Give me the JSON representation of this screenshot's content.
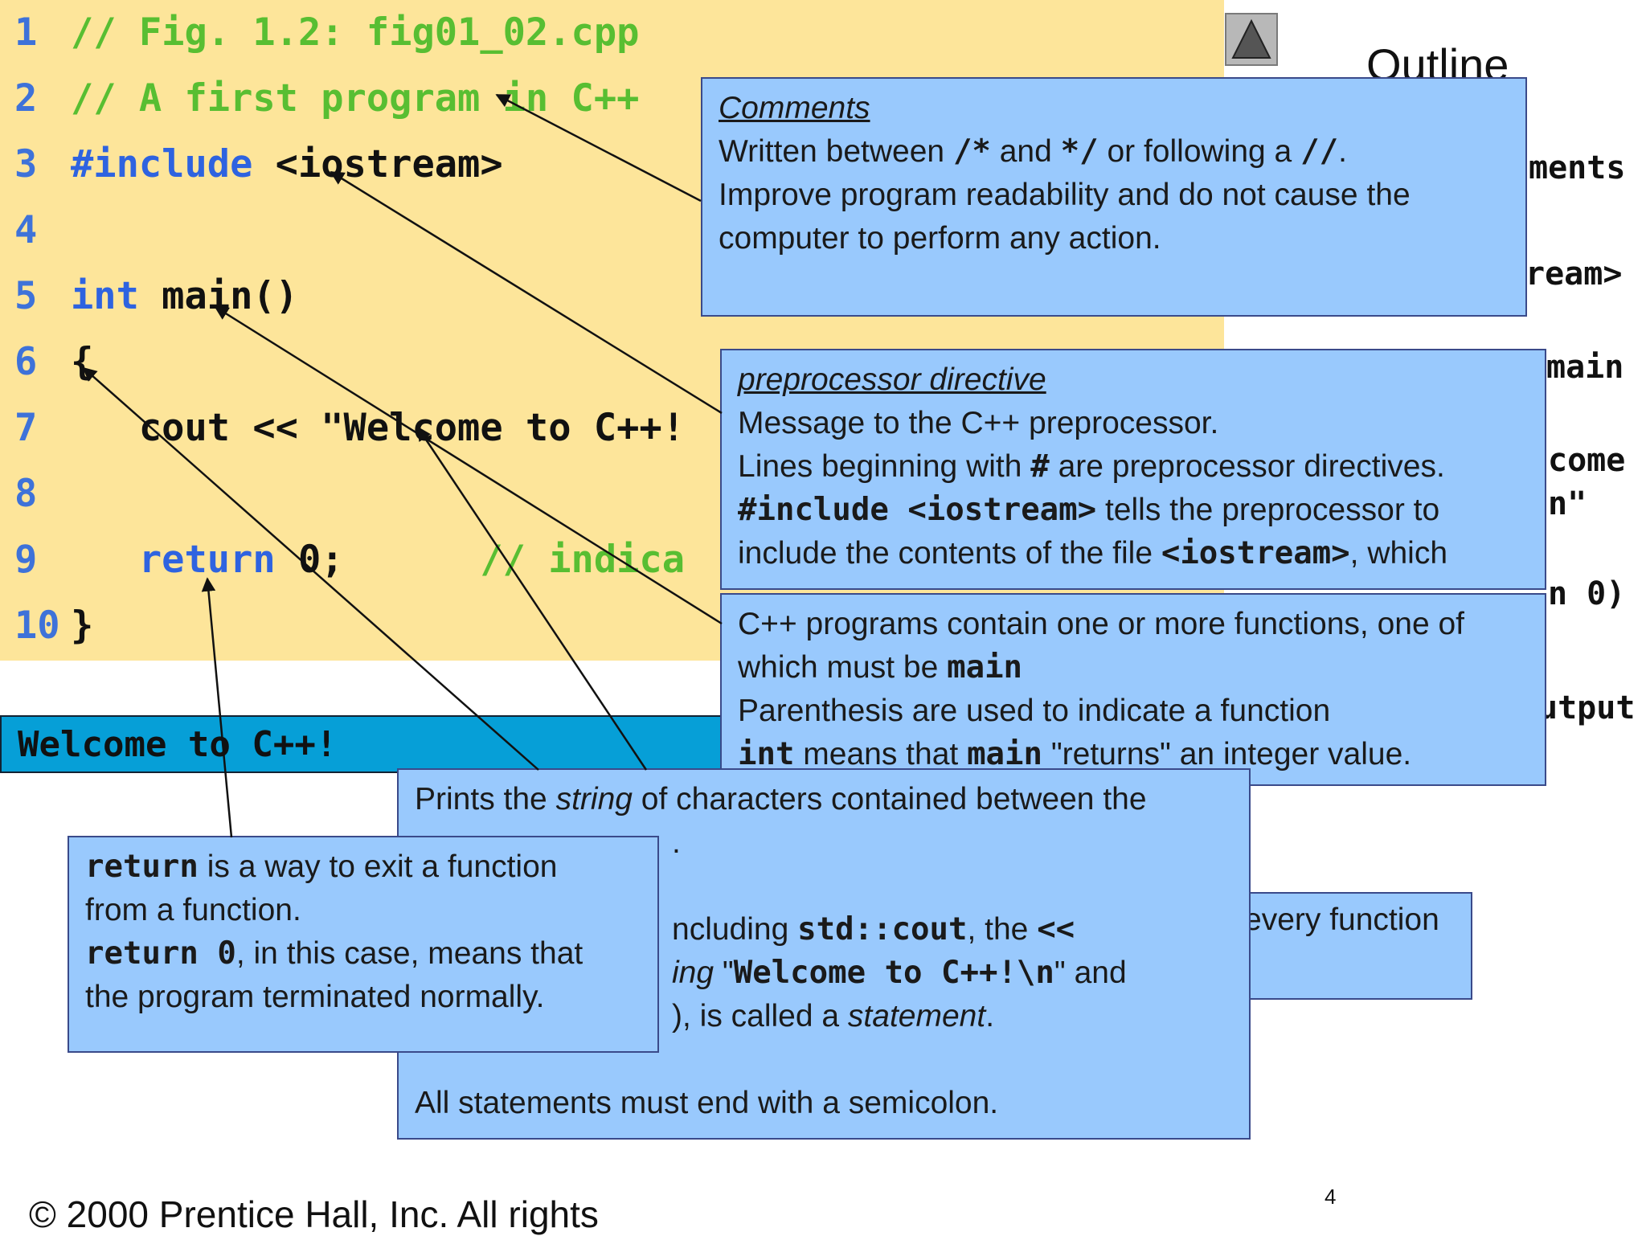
{
  "code": {
    "lines": [
      {
        "num": "1",
        "parts": [
          {
            "t": "// Fig. 1.2: fig01_02.cpp",
            "c": "green"
          }
        ]
      },
      {
        "num": "2",
        "parts": [
          {
            "t": "// A first program in C++",
            "c": "green"
          }
        ]
      },
      {
        "num": "3",
        "parts": [
          {
            "t": "#include",
            "c": "blue"
          },
          {
            "t": " <iostream>",
            "c": "black"
          }
        ]
      },
      {
        "num": "4",
        "parts": []
      },
      {
        "num": "5",
        "parts": [
          {
            "t": "int",
            "c": "blue"
          },
          {
            "t": " main()",
            "c": "black"
          }
        ]
      },
      {
        "num": "6",
        "parts": [
          {
            "t": "{",
            "c": "black"
          }
        ]
      },
      {
        "num": "7",
        "parts": [
          {
            "t": "   cout << \"Welcome to C++!",
            "c": "black"
          }
        ]
      },
      {
        "num": "8",
        "parts": []
      },
      {
        "num": "9",
        "parts": [
          {
            "t": "   ",
            "c": "black"
          },
          {
            "t": "return",
            "c": "blue"
          },
          {
            "t": " 0;      ",
            "c": "black"
          },
          {
            "t": "// indica",
            "c": "green"
          }
        ]
      },
      {
        "num": "10",
        "parts": [
          {
            "t": "}",
            "c": "black"
          }
        ]
      }
    ]
  },
  "outline": {
    "title": "Outline",
    "side_fragments": [
      "ments",
      "ream>",
      "main",
      "come",
      "n\"",
      "n 0)",
      "utput"
    ]
  },
  "output": {
    "text": "Welcome to C++!"
  },
  "callouts": {
    "comments": {
      "heading": "Comments",
      "l1a": "Written between ",
      "l1b": "/*",
      "l1c": " and ",
      "l1d": "*/",
      "l1e": " or following a ",
      "l1f": "//",
      "l1g": ".",
      "l2": "Improve program readability and do not cause the",
      "l3": "computer to perform any action."
    },
    "preprocessor": {
      "heading": "preprocessor directive",
      "l1": "Message to the C++ preprocessor.",
      "l2a": "Lines beginning with ",
      "l2b": "#",
      "l2c": " are preprocessor directives.",
      "l3a": "#include <iostream>",
      "l3b": " tells the preprocessor to",
      "l4a": "include the contents of the file ",
      "l4b": "<iostream>",
      "l4c": ", which"
    },
    "functions": {
      "l1": "C++ programs contain one or more functions, one of",
      "l2a": "which must be ",
      "l2b": "main",
      "l3": "Parenthesis are used to indicate a function",
      "l4a": "int",
      "l4b": " means that ",
      "l4c": "main",
      "l4d": " \"returns\" an integer value."
    },
    "brace": {
      "text": "every function"
    },
    "statement": {
      "l1a": "Prints the ",
      "l1b": "string",
      "l1c": " of characters contained between the",
      "l2": ".",
      "l3a": "ncluding ",
      "l3b": "std::cout",
      "l3c": ", the ",
      "l3d": "<<",
      "l4a": "ing",
      "l4b": " \"",
      "l4c": "Welcome to C++!\\n",
      "l4d": "\" and",
      "l5a": "), is called a ",
      "l5b": "statement",
      "l5c": ".",
      "l6": "All statements must end with a semicolon."
    },
    "return": {
      "l1a": "return",
      "l1b": " is a way to exit a function",
      "l2": "from a function.",
      "l3a": "return 0",
      "l3b": ", in this case, means that",
      "l4": "the program terminated normally."
    }
  },
  "footer": {
    "copyright": "© 2000 Prentice Hall, Inc.  All rights",
    "page": "4"
  },
  "colors": {
    "code_bg": "#fde59a",
    "callout_bg": "#99c9fd",
    "output_bg": "#069fd7",
    "comment_green": "#58be32",
    "keyword_blue": "#2e63e0"
  }
}
